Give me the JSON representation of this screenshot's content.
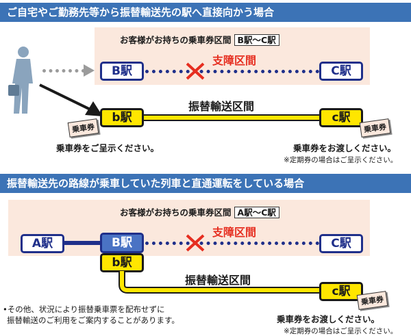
{
  "section1": {
    "header": "ご自宅やご勤務先等から振替輸送先の駅へ直接向かう場合",
    "ticket_range_label": "お客様がお持ちの乗車券区間",
    "ticket_range_value": "B駅〜C駅",
    "station_B": "B駅",
    "station_C": "C駅",
    "obstacle_label": "支障区間",
    "station_b": "b駅",
    "station_c": "c駅",
    "route_label": "振替輸送区間",
    "ticket_tag_left": "乗車券",
    "ticket_tag_right": "乗車券",
    "msg_show": "乗車券をご呈示ください。",
    "msg_hand": "乗車券をお渡しください。",
    "note_pass": "※定期券の場合はご呈示ください。"
  },
  "section2": {
    "header": "振替輸送先の路線が乗車していた列車と直通運転をしている場合",
    "ticket_range_label": "お客様がお持ちの乗車券区間",
    "ticket_range_value": "A駅〜C駅",
    "station_A": "A駅",
    "station_B": "B駅",
    "station_C": "C駅",
    "obstacle_label": "支障区間",
    "station_b": "b駅",
    "station_c": "c駅",
    "route_label": "振替輸送区間",
    "ticket_tag": "乗車券",
    "msg_hand": "乗車券をお渡しください。",
    "note_pass": "※定期券の場合はご呈示ください。",
    "footnote_line1": "•その他、状況により振替乗車票を配布せずに",
    "footnote_line2": "振替輸送のご利用をご案内することがあります。"
  },
  "colors": {
    "header_blue": "#3c73b6",
    "pink_bg": "#fbe8dd",
    "station_blue": "#1f2f8a",
    "line_yellow": "#ffe600",
    "alert_red": "#e62e20"
  },
  "icons": [
    "person-icon",
    "cross-icon",
    "arrow-icon"
  ]
}
